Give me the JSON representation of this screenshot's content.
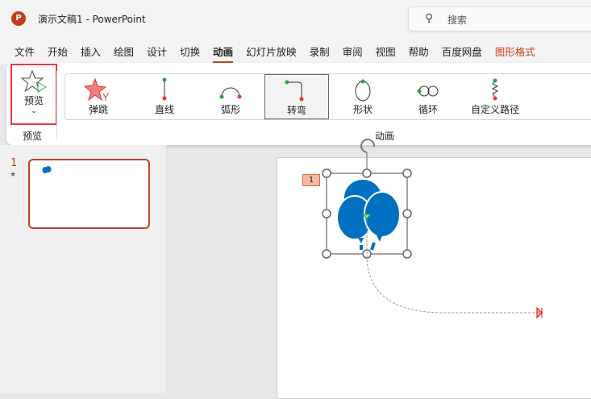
{
  "app": {
    "icon_letter": "P",
    "title": "演示文稿1  -  PowerPoint"
  },
  "search": {
    "placeholder": "搜索"
  },
  "tabs": [
    "文件",
    "开始",
    "插入",
    "绘图",
    "设计",
    "切换",
    "动画",
    "幻灯片放映",
    "录制",
    "审阅",
    "视图",
    "帮助",
    "百度网盘",
    "图形格式"
  ],
  "active_tab": "动画",
  "ribbon": {
    "preview_label": "预览",
    "preview_group": "预览",
    "animation_group": "动画",
    "gallery": [
      "弹跳",
      "直线",
      "弧形",
      "转弯",
      "形状",
      "循环",
      "自定义路径"
    ],
    "selected": "转弯"
  },
  "slides": {
    "number": "1",
    "star": "★"
  },
  "slide": {
    "animation_order": "1"
  },
  "colors": {
    "accent": "#b7472a",
    "balloon": "#0070c0"
  }
}
